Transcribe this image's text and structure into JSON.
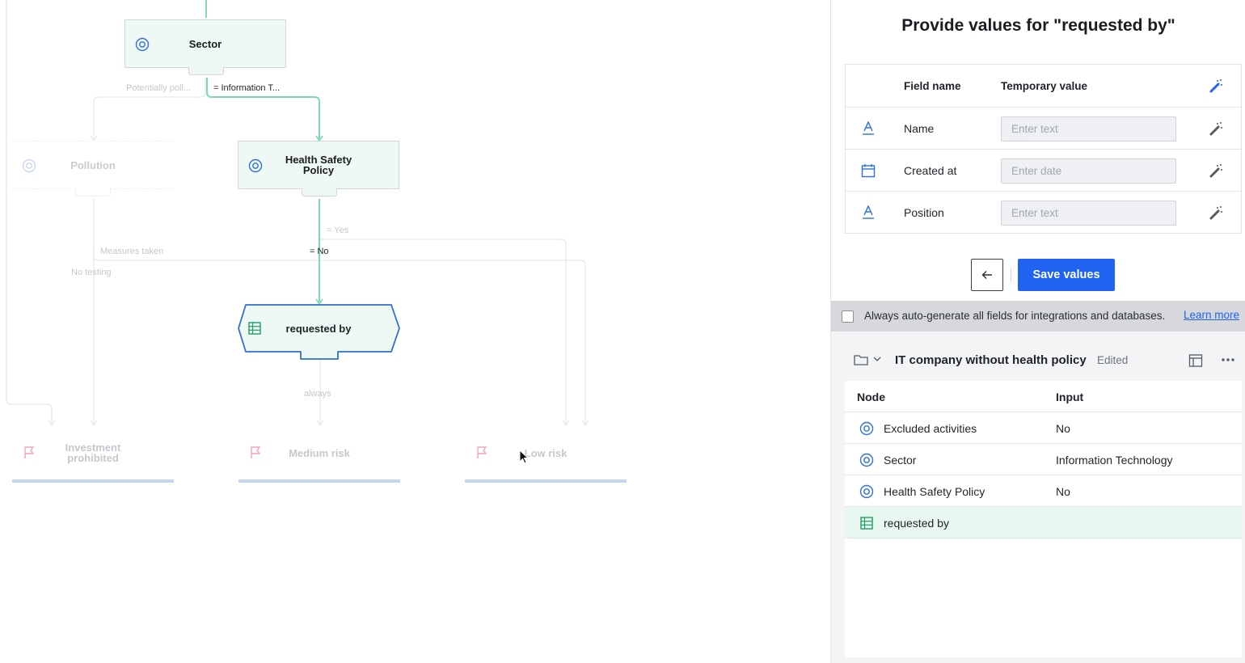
{
  "canvas": {
    "nodes": {
      "sector": "Sector",
      "pollution": "Pollution",
      "health_safety": "Health Safety Policy",
      "requested_by": "requested by",
      "investment_prohibited": "Investment prohibited",
      "medium_risk": "Medium risk",
      "low_risk": "Low risk"
    },
    "edges": {
      "potentially_poll": "Potentially poll...",
      "information_t": "= Information T...",
      "yes": "= Yes",
      "no": "= No",
      "measures_taken": "Measures taken",
      "no_testing": "No testing",
      "always": "always"
    }
  },
  "panel": {
    "title": "Provide values for \"requested by\"",
    "table": {
      "header_field": "Field name",
      "header_value": "Temporary value",
      "rows": [
        {
          "icon": "text-type-icon",
          "name": "Name",
          "placeholder": "Enter text"
        },
        {
          "icon": "calendar-icon",
          "name": "Created at",
          "placeholder": "Enter date"
        },
        {
          "icon": "text-type-icon",
          "name": "Position",
          "placeholder": "Enter text"
        }
      ]
    },
    "save_label": "Save values",
    "auto_generate_text": "Always auto-generate all fields for integrations and databases.",
    "learn_more": "Learn more",
    "scenario": {
      "name": "IT company without health policy",
      "status": "Edited",
      "header_node": "Node",
      "header_input": "Input",
      "rows": [
        {
          "icon": "target-icon",
          "node": "Excluded activities",
          "input": "No"
        },
        {
          "icon": "target-icon",
          "node": "Sector",
          "input": "Information Technology"
        },
        {
          "icon": "target-icon",
          "node": "Health Safety Policy",
          "input": "No"
        },
        {
          "icon": "table-icon",
          "node": "requested by",
          "input": ""
        }
      ]
    }
  },
  "colors": {
    "accent": "#1f63f0",
    "active_node_bg": "#eef8f4",
    "edge_active": "#7fd9b6",
    "highlight_row": "#e8f7ef"
  }
}
